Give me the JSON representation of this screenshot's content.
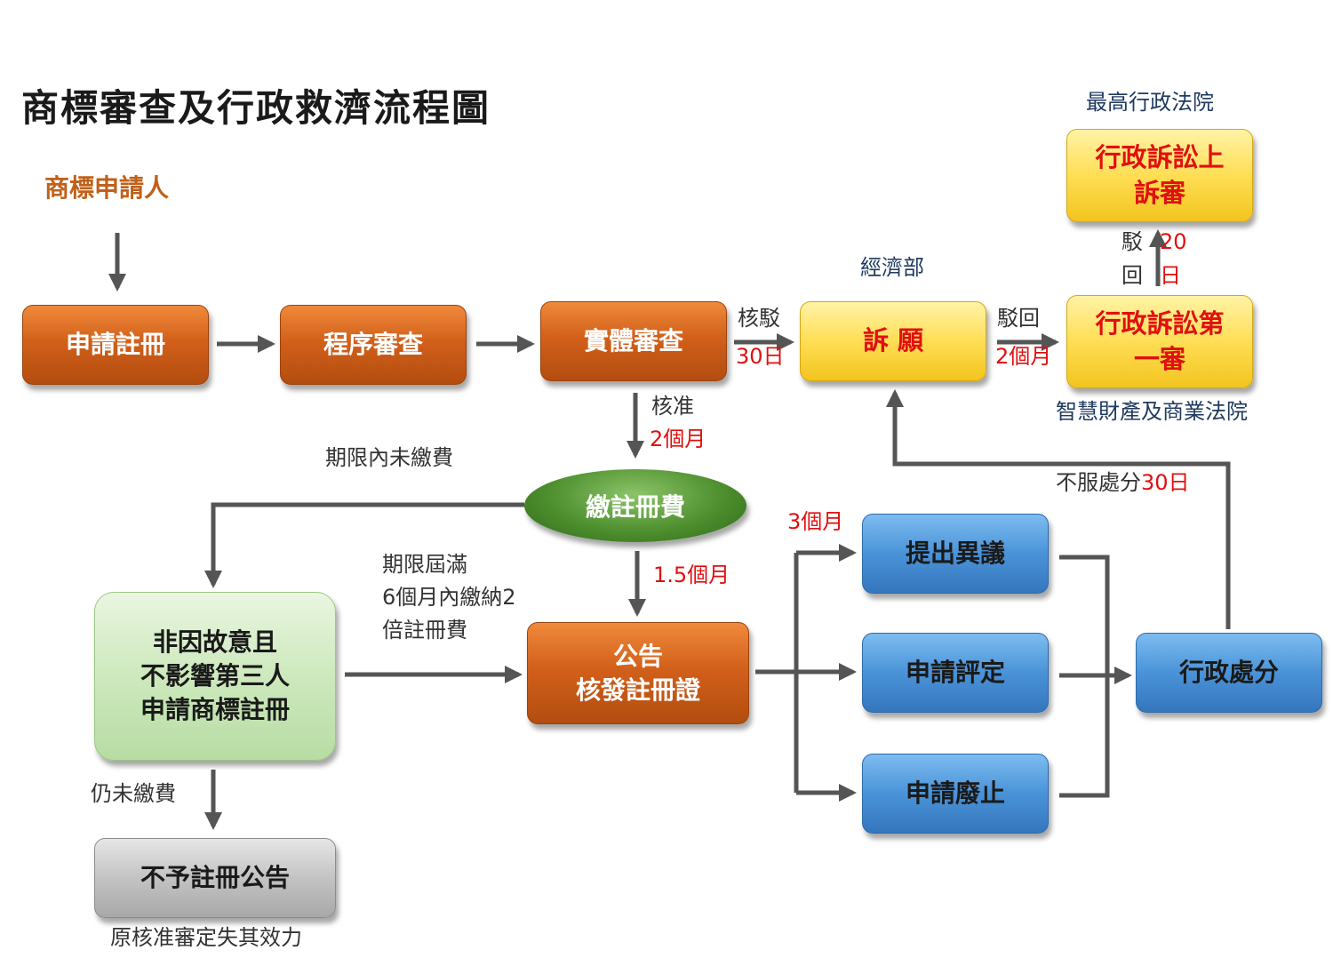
{
  "title": "商標審查及行政救濟流程圖",
  "applicant": "商標申請人",
  "nodes": {
    "apply": "申請註冊",
    "procedural": "程序審查",
    "substantive": "實體審查",
    "petition": "訴 願",
    "admin_first_l1": "行政訴訟第",
    "admin_first_l2": "一審",
    "admin_appeal_l1": "行政訴訟上",
    "admin_appeal_l2": "訴審",
    "pay_fee": "繳註冊費",
    "publish_l1": "公告",
    "publish_l2": "核發註冊證",
    "unintentional_l1": "非因故意且",
    "unintentional_l2": "不影響第三人",
    "unintentional_l3": "申請商標註冊",
    "not_registered": "不予註冊公告",
    "opposition": "提出異議",
    "invalidation": "申請評定",
    "revocation": "申請廢止",
    "admin_disposition": "行政處分"
  },
  "labels": {
    "rejected": "核駁",
    "d30": "30日",
    "reject_back": "駁回",
    "m2": "2個月",
    "approved": "核准",
    "m2b": "2個月",
    "unpaid_in_term": "期限內未繳費",
    "expired_l1": "期限屆滿",
    "expired_l2": "6個月內繳納2",
    "expired_l3": "倍註冊費",
    "m15": "1.5個月",
    "m3": "3個月",
    "still_unpaid": "仍未繳費",
    "lose_effect": "原核准審定失其效力",
    "dissatisfied": "不服處分",
    "dissatisfied_days": "30日",
    "moea": "經濟部",
    "ip_court": "智慧財產及商業法院",
    "supreme_admin_court": "最高行政法院",
    "reject_v1": "駁",
    "reject_v2": "回",
    "d20a": "20",
    "d20b": "日"
  }
}
